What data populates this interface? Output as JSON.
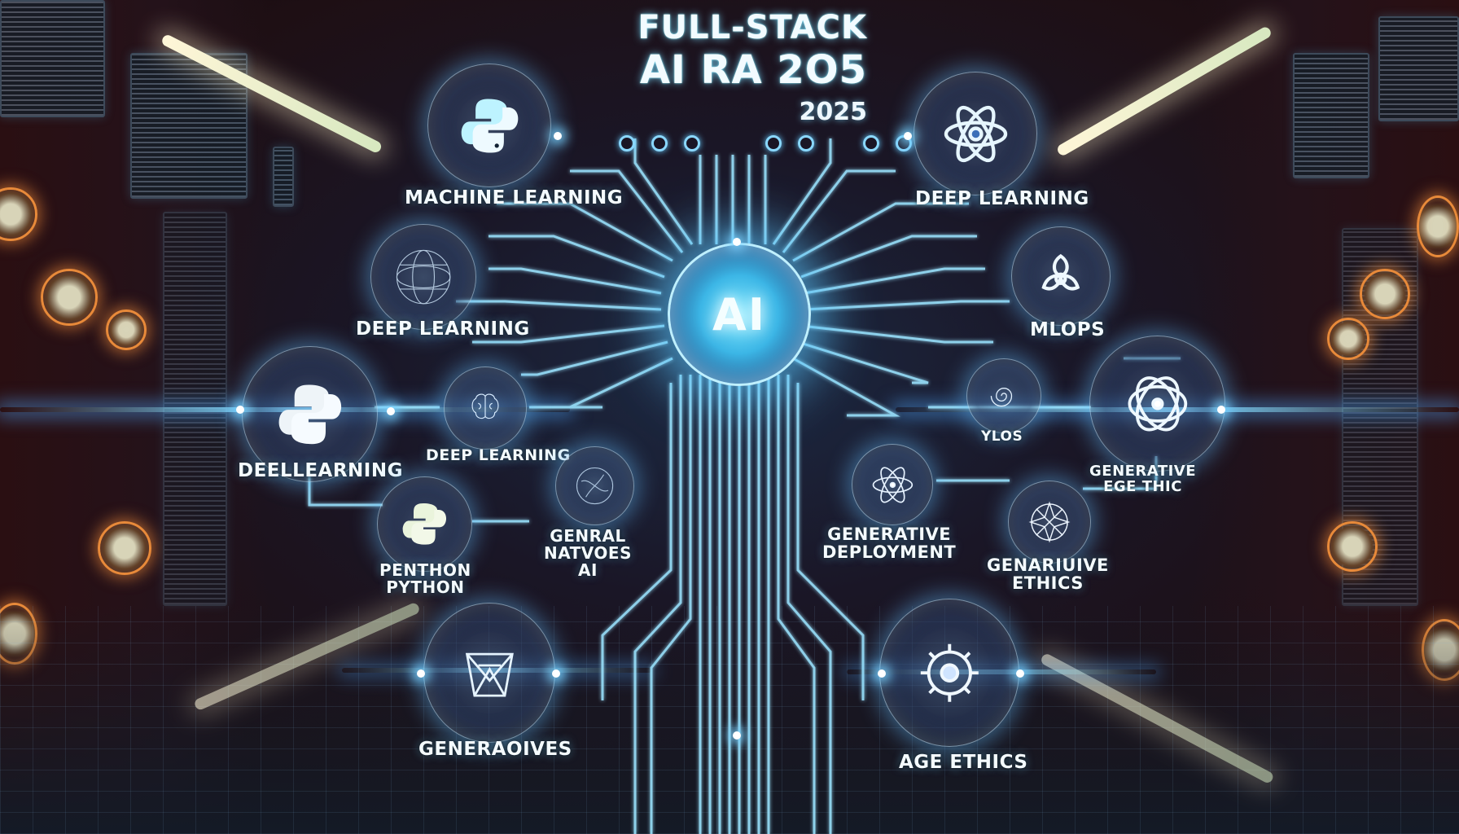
{
  "poster": {
    "title_line1": "FULL-STACK",
    "title_line2": "AI RA 2O5",
    "title_year": "2025",
    "core_label": "AI"
  },
  "nodes": [
    {
      "id": "python-top",
      "icon": "python-logo-icon",
      "label": "MACHINE LEARNING"
    },
    {
      "id": "atom-top",
      "icon": "atom-icon",
      "label": "DEEP LEARNING"
    },
    {
      "id": "brain-mid-left",
      "icon": "neural-sphere-icon",
      "label": "DEEP LEARNING"
    },
    {
      "id": "biohazard-right",
      "icon": "biohazard-icon",
      "label": "MLOPS"
    },
    {
      "id": "python-left",
      "icon": "python-logo-icon",
      "label": "DEELLEARNING"
    },
    {
      "id": "brain-center-left",
      "icon": "brain-icon",
      "label": "DEEP LEARNING"
    },
    {
      "id": "python-lower",
      "icon": "python-logo-icon",
      "label_line1": "PENTHON",
      "label_line2": "PYTHON"
    },
    {
      "id": "sphere-center",
      "icon": "neural-sphere-icon",
      "label_line1": "GENRAL",
      "label_line2": "NATVOES",
      "label_line3": "AI"
    },
    {
      "id": "spiral-right",
      "icon": "spiral-icon",
      "label": "YLOS"
    },
    {
      "id": "atom-far-right",
      "icon": "orbit-icon",
      "label_line1": "GENERATIVE",
      "label_line2": "EGE THIC"
    },
    {
      "id": "atom-deploy",
      "icon": "atom-icon",
      "label_line1": "GENERATIVE",
      "label_line2": "DEPLOYMENT"
    },
    {
      "id": "star-right",
      "icon": "star-burst-icon",
      "label_line1": "GENARIUIVE",
      "label_line2": "ETHICS"
    },
    {
      "id": "generative-bottom",
      "icon": "geometric-mesh-icon",
      "label": "GENERAOIVES"
    },
    {
      "id": "ethics-bottom",
      "icon": "gear-eye-icon",
      "label": "AGE ETHICS"
    }
  ],
  "colors": {
    "circuit": "#9be4ff",
    "glow": "#5cc8ff",
    "wall": "#2a0f12",
    "accent_orange": "#e88a3a"
  }
}
